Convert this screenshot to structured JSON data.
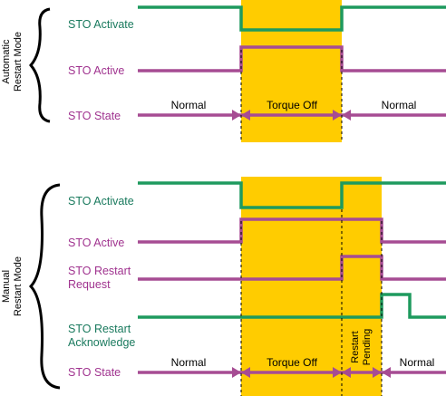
{
  "colors": {
    "highlight": "#ffcc00",
    "activate_line": "#1e9a5e",
    "active_line": "#a64c93",
    "label_green": "#1a7a5e",
    "label_purple": "#a0338f"
  },
  "automatic": {
    "mode_line1": "Automatic",
    "mode_line2": "Restart Mode",
    "sto_activate": "STO Activate",
    "sto_active": "STO Active",
    "sto_state": "STO State",
    "state_normal_left": "Normal",
    "state_torque_off": "Torque Off",
    "state_normal_right": "Normal"
  },
  "manual": {
    "mode_line1": "Manual",
    "mode_line2": "Restart Mode",
    "sto_activate": "STO Activate",
    "sto_active": "STO Active",
    "sto_restart_request_line1": "STO Restart",
    "sto_restart_request_line2": "Request",
    "sto_restart_ack_line1": "STO Restart",
    "sto_restart_ack_line2": "Acknowledge",
    "sto_state": "STO State",
    "state_normal_left": "Normal",
    "state_torque_off": "Torque Off",
    "state_restart_line1": "Restart",
    "state_restart_line2": "Pending",
    "state_normal_right": "Normal"
  }
}
